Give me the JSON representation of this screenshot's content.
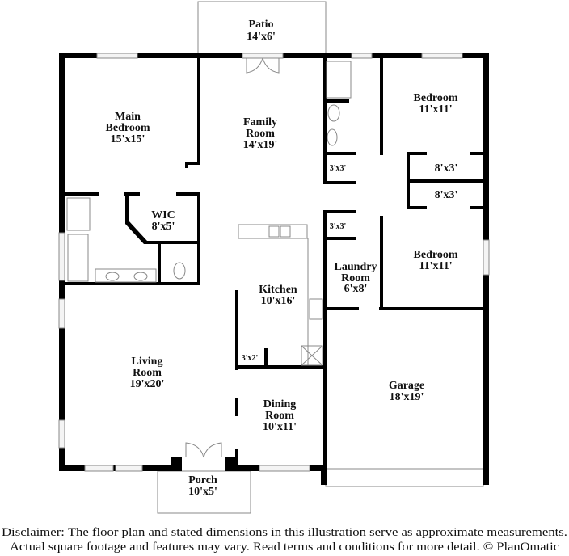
{
  "rooms": {
    "patio": {
      "name": "Patio",
      "dims": "14'x6'"
    },
    "main_bedroom": {
      "name1": "Main",
      "name2": "Bedroom",
      "dims": "15'x15'"
    },
    "family_room": {
      "name1": "Family",
      "name2": "Room",
      "dims": "14'x19'"
    },
    "bedroom_1": {
      "name": "Bedroom",
      "dims": "11'x11'"
    },
    "closet_a": {
      "dims": "3'x3'"
    },
    "closet_b": {
      "dims": "8'x3'"
    },
    "closet_c": {
      "dims": "8'x3'"
    },
    "wic": {
      "name": "WIC",
      "dims": "8'x5'"
    },
    "closet_d": {
      "dims": "3'x3'"
    },
    "bedroom_2": {
      "name": "Bedroom",
      "dims": "11'x11'"
    },
    "laundry": {
      "name1": "Laundry",
      "name2": "Room",
      "dims": "6'x8'"
    },
    "kitchen": {
      "name": "Kitchen",
      "dims": "10'x16'"
    },
    "pantry": {
      "dims": "3'x2'"
    },
    "living_room": {
      "name1": "Living",
      "name2": "Room",
      "dims": "19'x20'"
    },
    "dining_room": {
      "name1": "Dining",
      "name2": "Room",
      "dims": "10'x11'"
    },
    "garage": {
      "name": "Garage",
      "dims": "18'x19'"
    },
    "porch": {
      "name": "Porch",
      "dims": "10'x5'"
    }
  },
  "disclaimer": {
    "line1": "Disclaimer: The floor plan and stated dimensions in this illustration serve as approximate measurements.",
    "line2": "Actual square footage and features may vary. Read terms and conditions for more detail. © PlanOmatic"
  }
}
